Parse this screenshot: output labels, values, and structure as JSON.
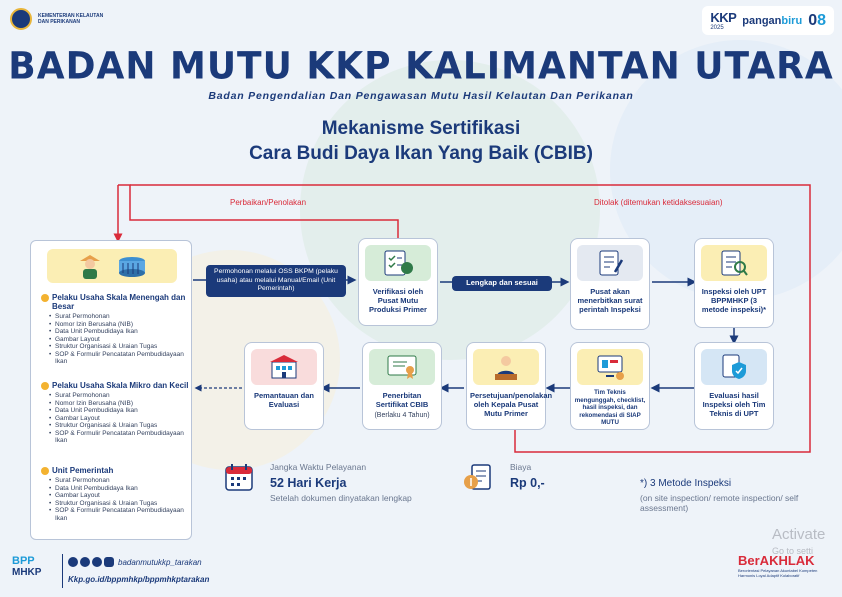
{
  "header": {
    "ministry": "KEMENTERIAN KELAUTAN DAN PERIKANAN",
    "logos": {
      "kkp": "KKP",
      "kkp_year": "2025",
      "pangan_a": "pangan",
      "pangan_b": "biru",
      "num_a": "0",
      "num_b": "8"
    },
    "title": "BADAN MUTU KKP KALIMANTAN UTARA",
    "subtitle": "Badan Pengendalian Dan Pengawasan Mutu Hasil Kelautan Dan Perikanan",
    "mechanism_line1": "Mekanisme Sertifikasi",
    "mechanism_line2": "Cara Budi Daya Ikan Yang Baik (CBIB)"
  },
  "flow_labels": {
    "revision": "Perbaikan/Penolakan",
    "rejected": "Ditolak (ditemukan ketidaksesuaian)",
    "application": "Permohonan melalui OSS BKPM (pelaku usaha) atau melalui Manual/Email (Unit Pemerintah)",
    "complete": "Lengkap dan sesuai"
  },
  "applicants": [
    {
      "title": "Pelaku Usaha Skala Menengah dan Besar",
      "items": [
        "Surat Permohonan",
        "Nomor Izin Berusaha (NIB)",
        "Data Unit Pembudidaya Ikan",
        "Gambar Layout",
        "Struktur Organisasi & Uraian Tugas",
        "SOP & Formulir Pencatatan Pembudidayaan Ikan"
      ]
    },
    {
      "title": "Pelaku Usaha Skala Mikro dan Kecil",
      "items": [
        "Surat Permohonan",
        "Nomor Izin Berusaha (NIB)",
        "Data Unit Pembudidaya Ikan",
        "Gambar Layout",
        "Struktur Organisasi & Uraian Tugas",
        "SOP & Formulir Pencatatan Pembudidayaan Ikan"
      ]
    },
    {
      "title": "Unit Pemerintah",
      "items": [
        "Surat Permohonan",
        "Data Unit Pembudidaya Ikan",
        "Gambar Layout",
        "Struktur Organisasi & Uraian Tugas",
        "SOP & Formulir Pencatatan Pembudidayaan Ikan"
      ]
    }
  ],
  "steps": {
    "verification": "Verifikasi oleh Pusat Mutu Produksi Primer",
    "order": "Pusat akan menerbitkan surat perintah Inspeksi",
    "inspection": "Inspeksi oleh UPT BPPMHKP (3 metode inspeksi)*",
    "evaluation": "Evaluasi hasil Inspeksi oleh Tim Teknis di UPT",
    "tech_team": "Tim Teknis mengunggah, checklist, hasil inspeksi, dan rekomendasi di SIAP MUTU",
    "approval": "Persetujuan/penolakan oleh Kepala Pusat Mutu Primer",
    "issuance": "Penerbitan Sertifikat CBIB",
    "issuance_sub": "(Berlaku 4 Tahun)",
    "monitoring": "Pemantauan dan Evaluasi"
  },
  "info": {
    "duration_label": "Jangka Waktu Pelayanan",
    "duration_value": "52 Hari Kerja",
    "duration_note": "Setelah dokumen dinyatakan lengkap",
    "cost_label": "Biaya",
    "cost_value": "Rp 0,-",
    "methods_title": "*) 3 Metode Inspeksi",
    "methods_detail": "(on site inspection/ remote inspection/ self assessment)"
  },
  "footer": {
    "brand_a": "BPP",
    "brand_b": "MHKP",
    "social_handle": "badanmutukkp_tarakan",
    "website": "Kkp.go.id/bppmhkp/bppmhkptarakan",
    "berakhlak": "BerAKHLAK",
    "berakhlak_sub": "Berorientasi Pelayanan Akuntabel Kompeten Harmonis Loyal Adaptif Kolaboratif",
    "watermark_a": "Activate",
    "watermark_b": "Go to setti"
  },
  "colors": {
    "navy": "#1b3a7a",
    "red": "#d92b3a",
    "yellow": "#fbeeb4",
    "green": "#d6ecd8",
    "pink": "#f9dcdc",
    "blue": "#d5e6f5"
  }
}
